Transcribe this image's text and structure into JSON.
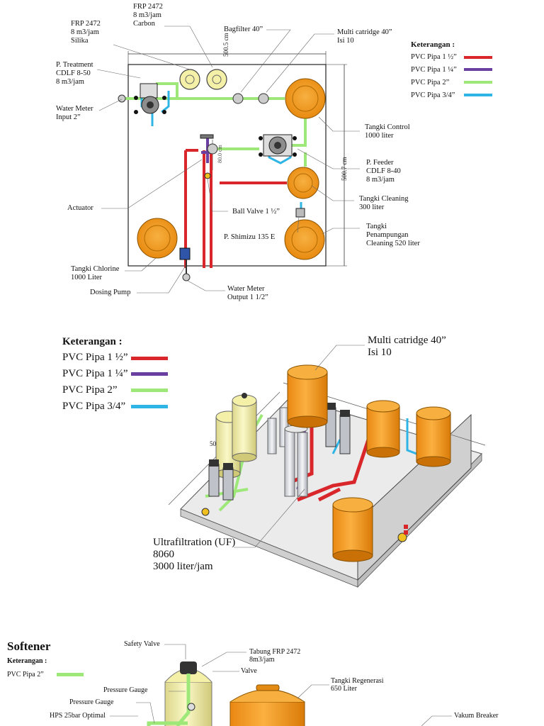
{
  "colors": {
    "pipe_red": "#d8262b",
    "pipe_purple": "#6a3fa0",
    "pipe_green": "#9ee87a",
    "pipe_blue": "#2fb4e6",
    "tank_orange": "#f39a1b",
    "frp_yellow": "#f4f0a8",
    "platform": "#e9e9e9"
  },
  "legend": {
    "title": "Keterangan :",
    "items": [
      {
        "label": "PVC Pipa 1 ½”",
        "color": "#d8262b"
      },
      {
        "label": "PVC Pipa 1 ¼”",
        "color": "#6a3fa0"
      },
      {
        "label": "PVC Pipa 2”",
        "color": "#9ee87a"
      },
      {
        "label": "PVC Pipa 3/4”",
        "color": "#2fb4e6"
      }
    ]
  },
  "plan": {
    "dim_top": "500.5 cm",
    "dim_right": "500.7 cm",
    "dim_inner": "80.0 cm",
    "labels": {
      "frp_carbon": "FRP 2472\n8 m3/jam\nCarbon",
      "frp_silika": "FRP 2472\n8 m3/jam\nSilika",
      "bagfilter": "Bagfilter 40”",
      "multi_cartridge": "Multi catridge 40”\nIsi 10",
      "p_treatment": "P. Treatment\nCDLF 8-50\n8 m3/jam",
      "water_meter_input": "Water Meter\nInput 2”",
      "tangki_control": "Tangki Control\n1000 liter",
      "p_feeder": "P. Feeder\nCDLF 8-40\n8 m3/jam",
      "tangki_cleaning": "Tangki Cleaning\n300 liter",
      "actuator": "Actuator",
      "ball_valve": "Ball Valve 1 ½”",
      "tangki_penampungan": "Tangki\nPenampungan\nCleaning 520 liter",
      "p_shimizu": "P. Shimizu 135 E",
      "tangki_chlorine": "Tangki Chlorine\n1000 Liter",
      "dosing_pump": "Dosing Pump",
      "water_meter_output": "Water Meter\nOutput 1 1/2”"
    }
  },
  "iso": {
    "legend_title": "Keterangan :",
    "legend_items": [
      "PVC Pipa 1 ½”",
      "PVC Pipa 1 ¼”",
      "PVC Pipa 2”",
      "PVC Pipa 3/4”"
    ],
    "multi_cartridge": "Multi catridge 40”\nIsi 10",
    "uf": "Ultrafiltration (UF)\n8060\n3000 liter/jam",
    "dim_fragment": "50"
  },
  "softener": {
    "title": "Softener",
    "legend_title": "Keterangan :",
    "legend_item": "PVC Pipa 2”",
    "labels": {
      "safety_valve": "Safety Valve",
      "tabung_frp": "Tabung FRP 2472\n8m3/jam",
      "valve": "Valve",
      "tangki_regenerasi": "Tangki Regenerasi\n650 Liter",
      "pressure_gauge_1": "Pressure Gauge",
      "pressure_gauge_2": "Pressure Gauge",
      "hps": "HPS 25bar Optimal",
      "vakum_breaker": "Vakum Breaker"
    }
  }
}
